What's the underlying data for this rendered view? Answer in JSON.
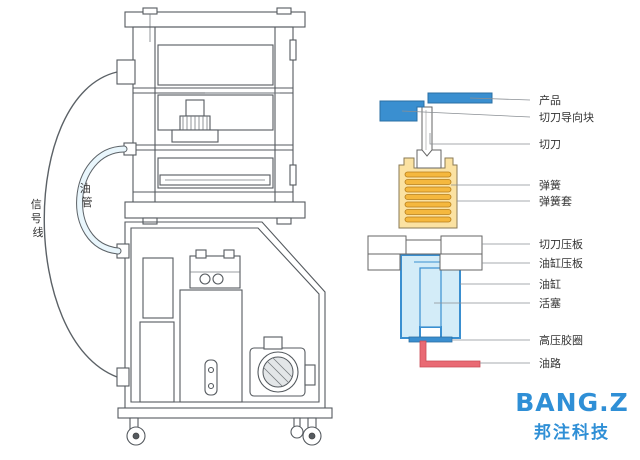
{
  "left_labels": {
    "signal_line": "信号线",
    "oil_pipe": "油管"
  },
  "parts": [
    {
      "key": "product",
      "label": "产品"
    },
    {
      "key": "cutter_guide_block",
      "label": "切刀导向块"
    },
    {
      "key": "cutter",
      "label": "切刀"
    },
    {
      "key": "spring",
      "label": "弹簧"
    },
    {
      "key": "spring_sleeve",
      "label": "弹簧套"
    },
    {
      "key": "cutter_plate",
      "label": "切刀压板"
    },
    {
      "key": "cylinder_plate",
      "label": "油缸压板"
    },
    {
      "key": "cylinder",
      "label": "油缸"
    },
    {
      "key": "piston",
      "label": "活塞"
    },
    {
      "key": "seal",
      "label": "高压胶圈"
    },
    {
      "key": "oil_path",
      "label": "油路"
    }
  ],
  "brand": {
    "name": "BANG.Z",
    "subtitle": "邦注科技"
  },
  "colors": {
    "blue_part": "#3a8fd0",
    "cylinder_fill": "#d3ecf8",
    "cylinder_stroke": "#3a8fd0",
    "spring_fill": "#f5b83e",
    "spring_sleeve": "#fbe2a2",
    "oil_path": "#e96a74",
    "hose_inner": "#e9f6fc",
    "brand": "#2f8fd6"
  }
}
